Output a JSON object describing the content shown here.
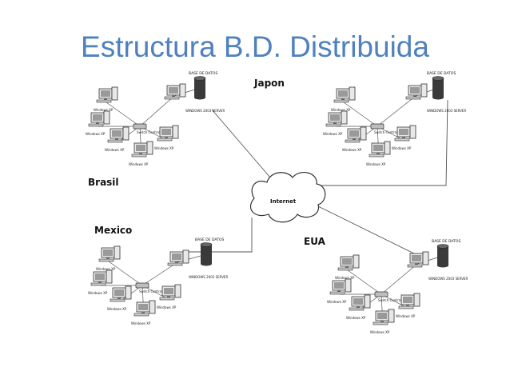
{
  "title": "Estructura B.D. Distribuida",
  "internet_label": "Internet",
  "db_label": "BASE DE DATOS",
  "switch_label": "Switch Central",
  "server_label": "WINDOWS 2003 SERVER",
  "client_labels": [
    "Windows XP",
    "Windows XP",
    "Windows XP",
    "Windows XP",
    "Windows XP"
  ],
  "sites": [
    {
      "name": "Brasil"
    },
    {
      "name": "Japon"
    },
    {
      "name": "Mexico"
    },
    {
      "name": "EUA"
    }
  ],
  "colors": {
    "title": "#4f81bd",
    "line": "#555555",
    "device_fill": "#e8e8e8",
    "database": "#3a3a3a"
  }
}
